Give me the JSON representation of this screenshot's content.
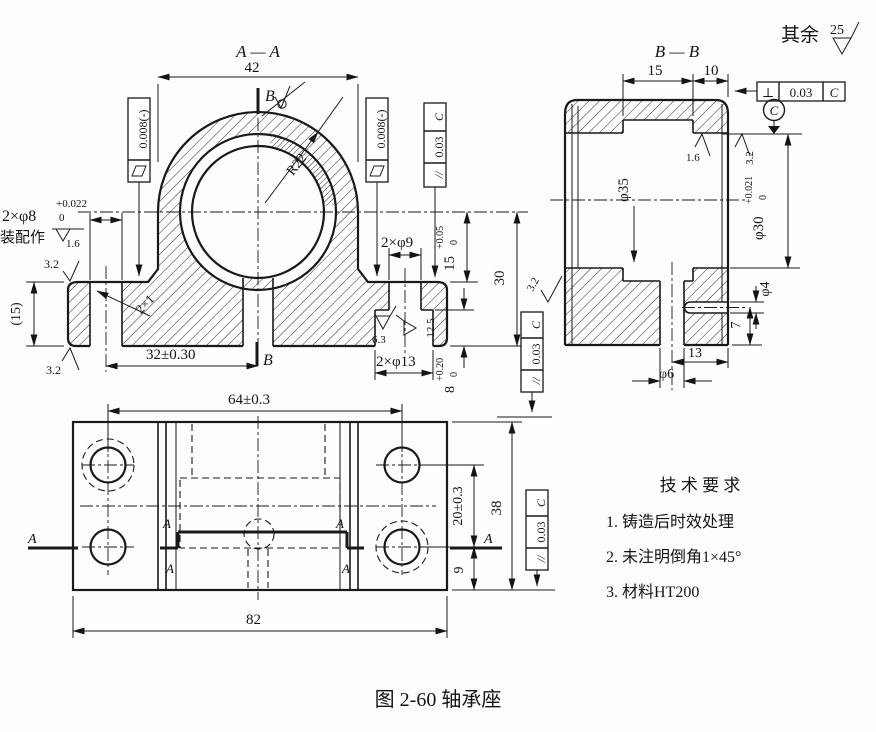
{
  "doc": {
    "caption": "图 2-60   轴承座",
    "others_label": "其余",
    "others_value": "25"
  },
  "tech": {
    "title": "技 术 要 求",
    "item1": "1. 铸造后时效处理",
    "item2": "2. 未注明倒角1×45°",
    "item3": "3. 材料HT200"
  },
  "aa": {
    "title": "A — A",
    "b": "B",
    "w42": "42",
    "r22": "R22",
    "holes8": "2×φ8",
    "holes8_up": "+0.022",
    "holes8_lo": "0",
    "note": "装配作",
    "r16": "1.6",
    "r32": "3.2",
    "h15": "(15)",
    "chamfer": "2×1",
    "pos32": "32±0.30",
    "holes9": "2×φ9",
    "step15": "15",
    "step15_up": "+0.05",
    "step15_lo": "0",
    "h30": "30",
    "holes13": "2×φ13",
    "r63": "6.3",
    "r125": "12.5",
    "d8": "8",
    "d8_up": "+0.20",
    "d8_lo": "0"
  },
  "bb": {
    "title": "B — B",
    "w15": "15",
    "w10": "10",
    "d35": "φ35",
    "d30": "φ30",
    "d30_up": "+0.021",
    "d30_lo": "0",
    "d4": "φ4",
    "h7": "7",
    "w13": "13",
    "d6": "φ6",
    "r16": "1.6",
    "r32": "3.2"
  },
  "top": {
    "a": "A",
    "w64": "64±0.3",
    "w82": "82",
    "h38": "38",
    "h20": "20±0.3",
    "h9": "9"
  },
  "fcf": {
    "flat": "0.008(-)",
    "par": "//",
    "perp": "⊥",
    "tol": "0.03",
    "datum": "C"
  }
}
